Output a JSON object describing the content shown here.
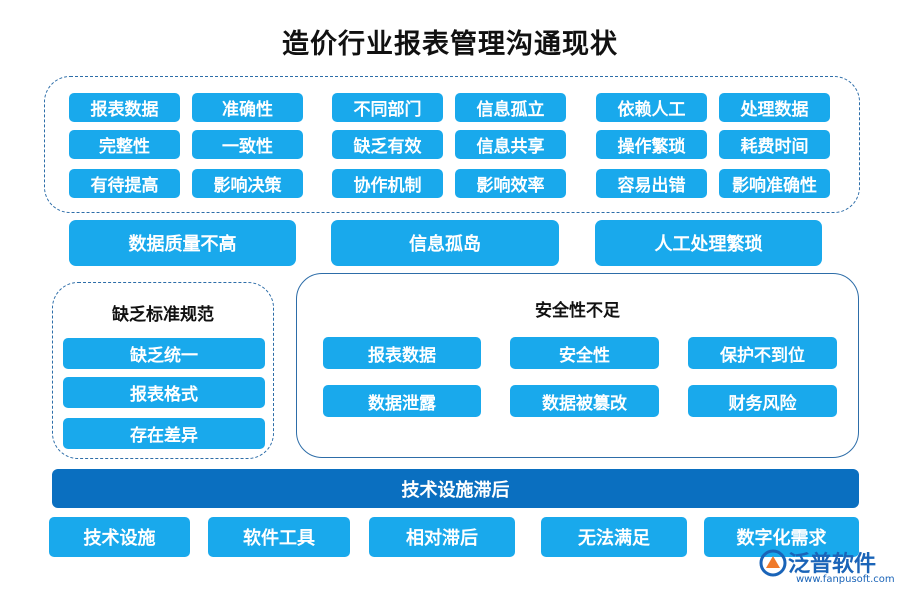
{
  "title": "造价行业报表管理沟通现状",
  "top_groups": {
    "g1": [
      "报表数据",
      "准确性",
      "完整性",
      "一致性",
      "有待提高",
      "影响决策"
    ],
    "g2": [
      "不同部门",
      "信息孤立",
      "缺乏有效",
      "信息共享",
      "协作机制",
      "影响效率"
    ],
    "g3": [
      "依赖人工",
      "处理数据",
      "操作繁琐",
      "耗费时间",
      "容易出错",
      "影响准确性"
    ]
  },
  "summary_row": [
    "数据质量不高",
    "信息孤岛",
    "人工处理繁琐"
  ],
  "standards_box": {
    "heading": "缺乏标准规范",
    "items": [
      "缺乏统一",
      "报表格式",
      "存在差异"
    ]
  },
  "security_box": {
    "heading": "安全性不足",
    "items": [
      "报表数据",
      "安全性",
      "保护不到位",
      "数据泄露",
      "数据被篡改",
      "财务风险"
    ]
  },
  "tech_bar": "技术设施滞后",
  "bottom_row": [
    "技术设施",
    "软件工具",
    "相对滞后",
    "无法满足",
    "数字化需求"
  ],
  "logo": {
    "name": "泛普软件",
    "url": "www.fanpusoft.com"
  },
  "colors": {
    "chip": "#19a9ec",
    "bar": "#0a6fc0",
    "border": "#2d6da8",
    "logo": "#1a64b8"
  }
}
